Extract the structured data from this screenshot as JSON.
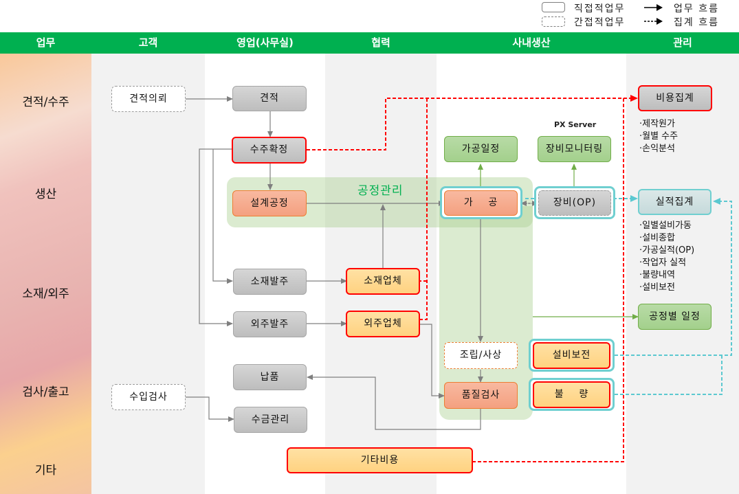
{
  "legend": {
    "direct_label": "직접적업무",
    "indirect_label": "간접적업무",
    "work_flow_label": "업무 흐름",
    "summary_flow_label": "집계 흐름"
  },
  "header": {
    "columns": [
      "업무",
      "고객",
      "영업(사무실)",
      "협력",
      "사내생산",
      "관리"
    ]
  },
  "rows": [
    "견적/수주",
    "생산",
    "소재/외주",
    "검사/출고",
    "기타"
  ],
  "regions": {
    "process_management": "공정관리",
    "px_server": "PX Server"
  },
  "nodes": {
    "estimate_request": "견적의뢰",
    "estimate": "견적",
    "order_confirm": "수주확정",
    "design_process": "설계공정",
    "material_order": "소재발주",
    "outsource_order": "외주발주",
    "material_vendor": "소재업체",
    "outsource_vendor": "외주업체",
    "delivery": "납품",
    "incoming_inspection": "수입검사",
    "collection": "수금관리",
    "other_cost": "기타비용",
    "process_schedule": "가공일정",
    "equipment_monitoring": "장비모니터링",
    "machining": "가    공",
    "equipment_op": "장비(OP)",
    "assembly": "조립/사상",
    "quality_inspection": "품질검사",
    "equipment_maintenance": "설비보전",
    "defect": "불    량",
    "cost_summary": "비용집계",
    "performance_summary": "실적집계",
    "process_schedule_by": "공정별 일정"
  },
  "cost_summary_items": [
    "·제작원가",
    "·월별 수주",
    "·손익분석"
  ],
  "performance_summary_items": [
    "·일별설비가동",
    "·설비종합",
    "·가공실적(OP)",
    "·작업자 실적",
    "·불량내역",
    "·설비보전"
  ],
  "colors": {
    "header_green": "#00b050",
    "red_dashed": "#ff0000",
    "teal_dashed": "#5bc8d0",
    "flow_gray": "#7f7f7f",
    "flow_green": "#70ad47"
  }
}
